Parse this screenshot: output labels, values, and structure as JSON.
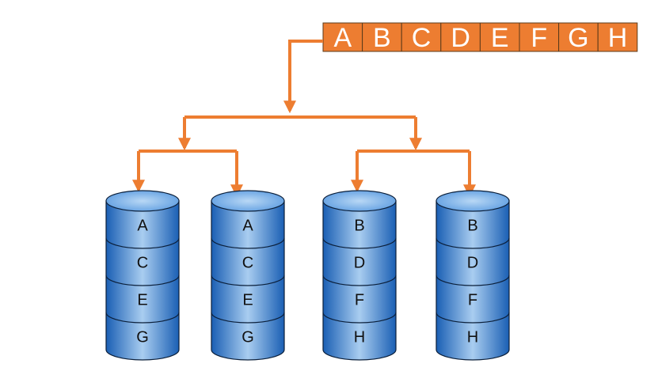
{
  "colors": {
    "accent": "#ED7D31",
    "block_border": "#5a3a1a",
    "disk_dark": "#1a5fb4",
    "disk_mid": "#3d85d8",
    "disk_light": "#a9cdf0",
    "disk_outline": "#0b1f3a"
  },
  "data_blocks": [
    "A",
    "B",
    "C",
    "D",
    "E",
    "F",
    "G",
    "H"
  ],
  "disks": [
    {
      "segments": [
        "A",
        "C",
        "E",
        "G"
      ]
    },
    {
      "segments": [
        "A",
        "C",
        "E",
        "G"
      ]
    },
    {
      "segments": [
        "B",
        "D",
        "F",
        "H"
      ]
    },
    {
      "segments": [
        "B",
        "D",
        "F",
        "H"
      ]
    }
  ]
}
